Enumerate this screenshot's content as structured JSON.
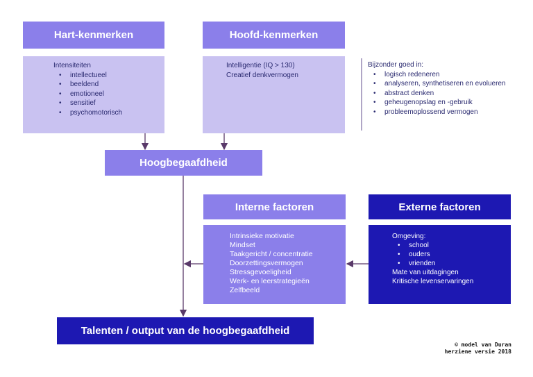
{
  "hart": {
    "title": "Hart-kenmerken",
    "heading": "Intensiteiten",
    "items": [
      "intellectueel",
      "beeldend",
      "emotioneel",
      "sensitief",
      "psychomotorisch"
    ]
  },
  "hoofd": {
    "title": "Hoofd-kenmerken",
    "lines": [
      "Intelligentie (IQ > 130)",
      "Creatief denkvermogen"
    ]
  },
  "bijzonder": {
    "heading": "Bijzonder goed in:",
    "items": [
      "logisch redeneren",
      "analyseren, synthetiseren en evolueren",
      "abstract denken",
      "geheugenopslag en -gebruik",
      "probleemoplossend vermogen"
    ]
  },
  "hoogbegaafdheid": {
    "title": "Hoogbegaafdheid"
  },
  "interne": {
    "title": "Interne factoren",
    "items": [
      "Intrinsieke motivatie",
      "Mindset",
      "Taakgericht / concentratie",
      "Doorzettingsvermogen",
      "Stressgevoeligheid",
      "Werk- en leerstrategieën",
      "Zelfbeeld"
    ]
  },
  "externe": {
    "title": "Externe factoren",
    "heading": "Omgeving:",
    "subitems": [
      "school",
      "ouders",
      "vrienden"
    ],
    "lines": [
      "Mate van uitdagingen",
      "Kritische levenservaringen"
    ]
  },
  "output": {
    "title": "Talenten / output van de hoogbegaafdheid"
  },
  "credit": {
    "line1": "© model van Duran",
    "line2": "herziene versie 2018"
  },
  "colors": {
    "light": "#c9c2f1",
    "medium": "#8b7fea",
    "dark": "#1d18b2",
    "line": "#5a3a6a"
  }
}
